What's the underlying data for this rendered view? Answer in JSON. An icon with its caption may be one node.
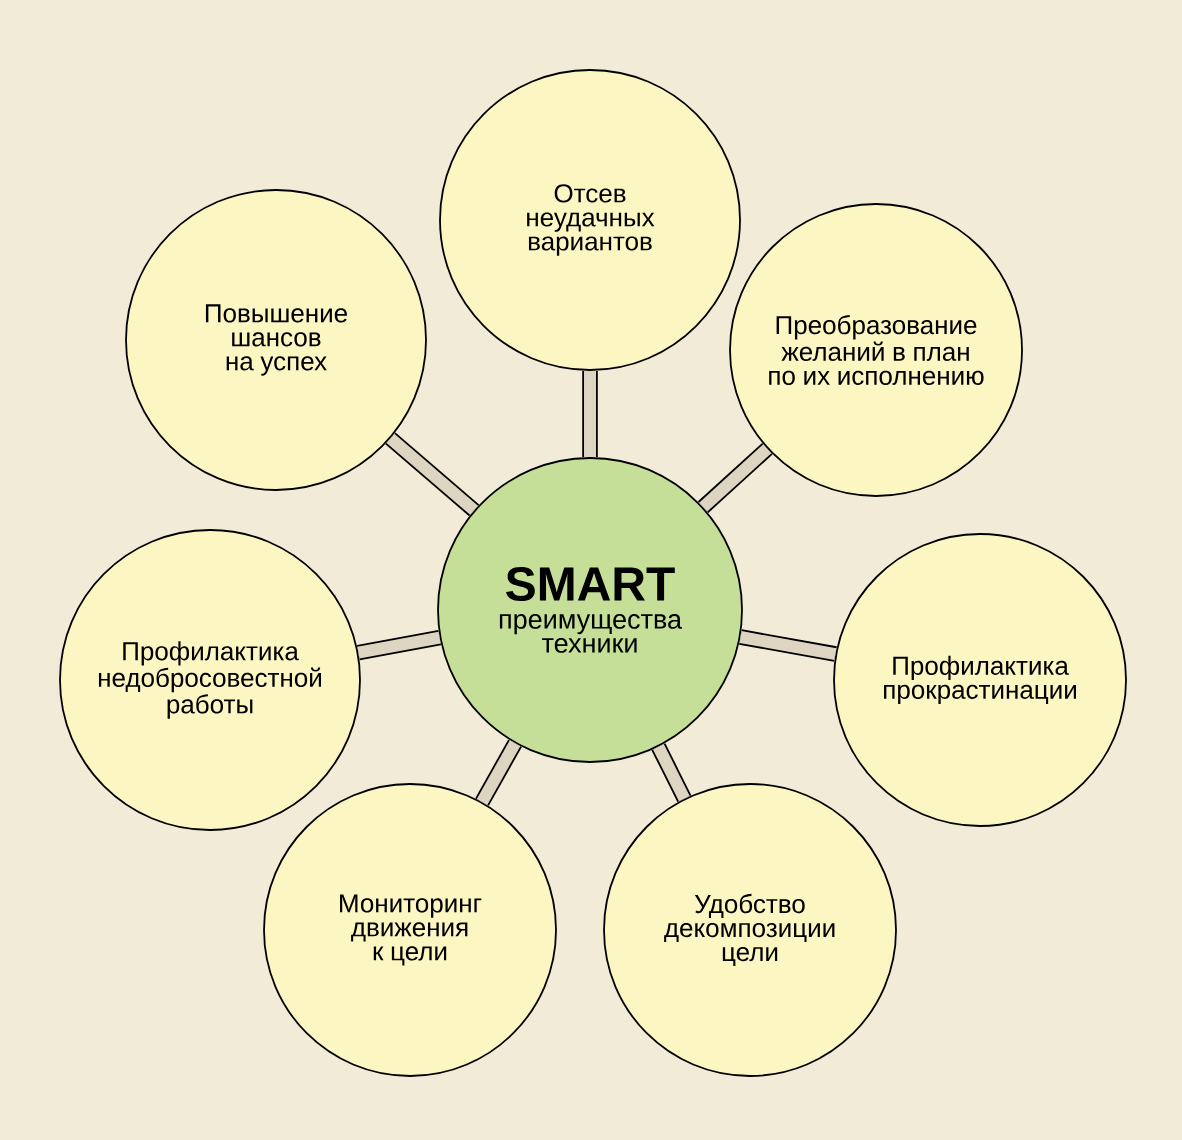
{
  "diagram": {
    "nodes": [
      {
        "text": [
          "SMART",
          "преимущества техники"
        ]
      },
      {
        "text": [
          "Отсев неудачных вариантов"
        ]
      },
      {
        "text": [
          "Преобразование желаний в план по их исполнению"
        ]
      },
      {
        "text": [
          "Профилактика прокрастинации"
        ]
      },
      {
        "text": [
          "Удобство декомпозиции цели"
        ]
      },
      {
        "text": [
          "Мониторинг движения к цели"
        ]
      },
      {
        "text": [
          "Профилактика недобросовестной работы"
        ]
      },
      {
        "text": [
          "Повышение шансов на успех"
        ]
      }
    ],
    "edges": [
      {
        "from": 0,
        "to": 1,
        "arrow": "none"
      },
      {
        "from": 0,
        "to": 2,
        "arrow": "none"
      },
      {
        "from": 0,
        "to": 3,
        "arrow": "none"
      },
      {
        "from": 0,
        "to": 4,
        "arrow": "none"
      },
      {
        "from": 0,
        "to": 5,
        "arrow": "none"
      },
      {
        "from": 0,
        "to": 6,
        "arrow": "none"
      },
      {
        "from": 0,
        "to": 7,
        "arrow": "none"
      }
    ]
  }
}
